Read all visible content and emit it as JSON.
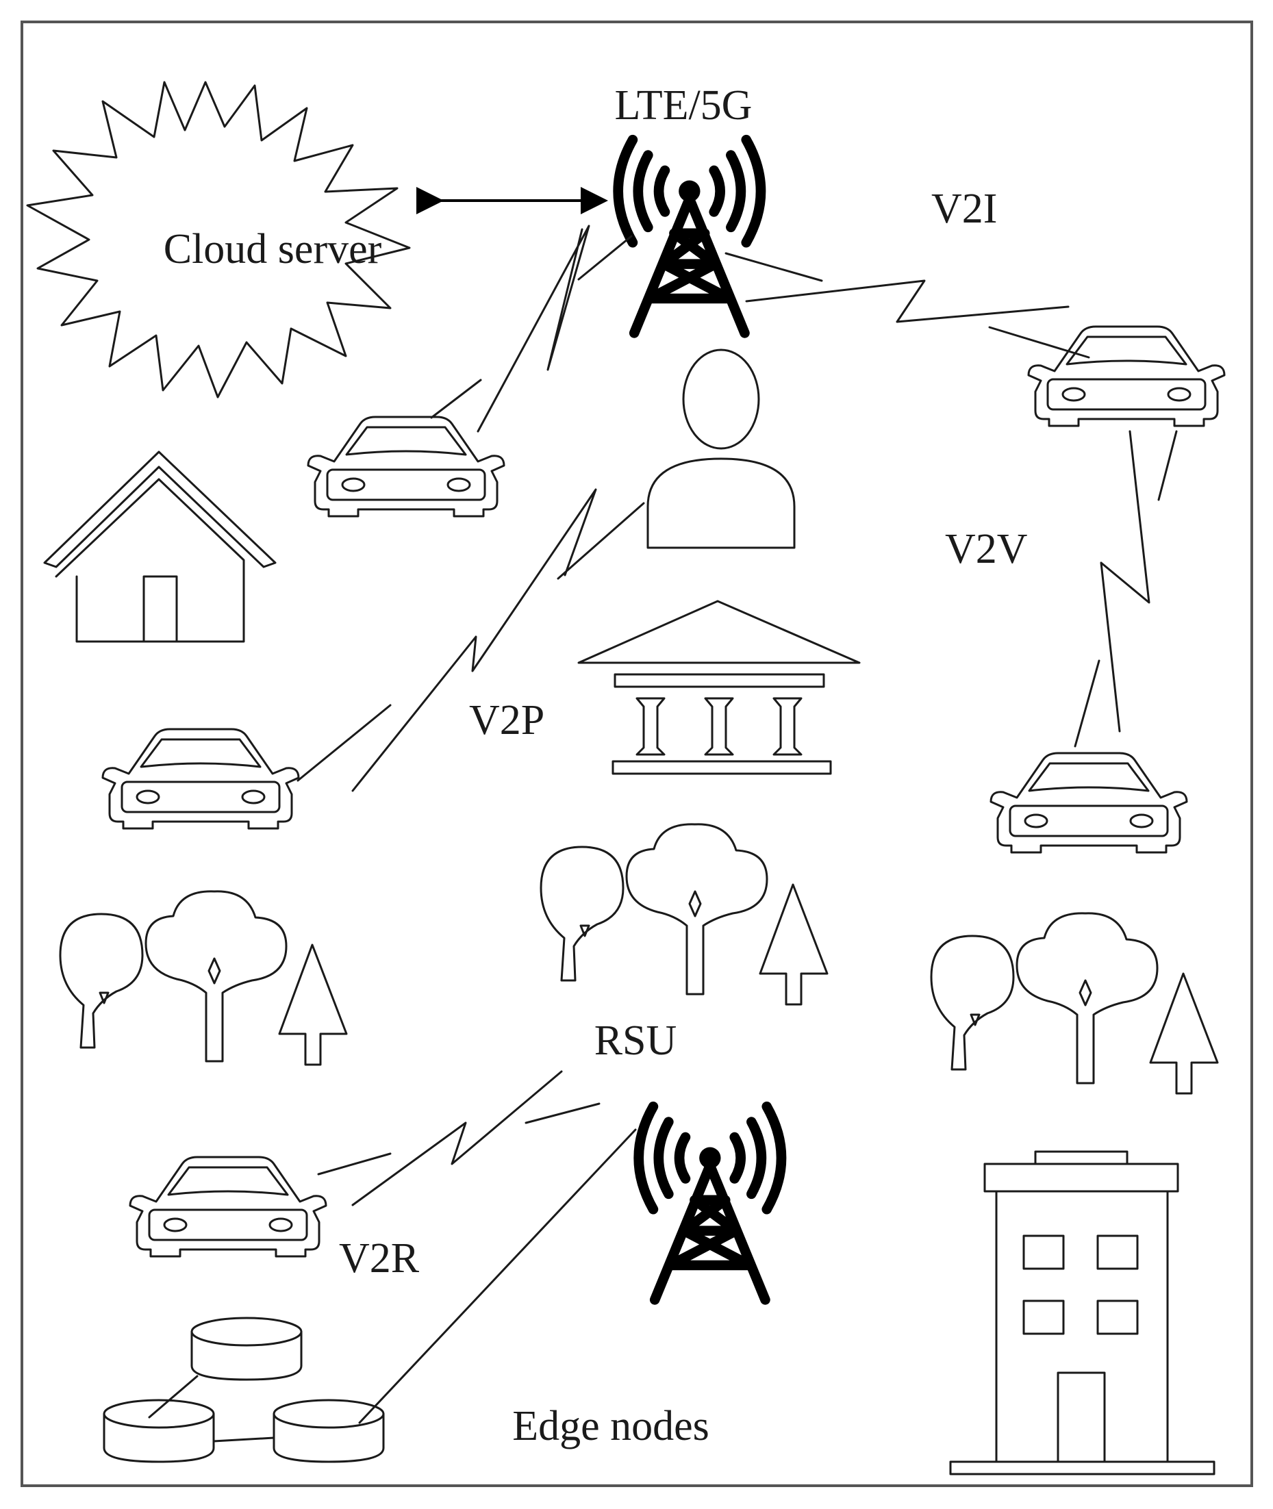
{
  "labels": {
    "cloud": "Cloud server",
    "lte": "LTE/5G",
    "v2i": "V2I",
    "v2v": "V2V",
    "v2p": "V2P",
    "rsu": "RSU",
    "v2r": "V2R",
    "edge": "Edge nodes"
  },
  "icons": [
    "cloud-server-icon",
    "cell-tower-icon",
    "car-icon",
    "person-icon",
    "house-icon",
    "bank-icon",
    "tree-icon",
    "office-building-icon",
    "database-icon"
  ],
  "colors": {
    "ink": "#1a1a1a",
    "background": "#ffffff"
  }
}
